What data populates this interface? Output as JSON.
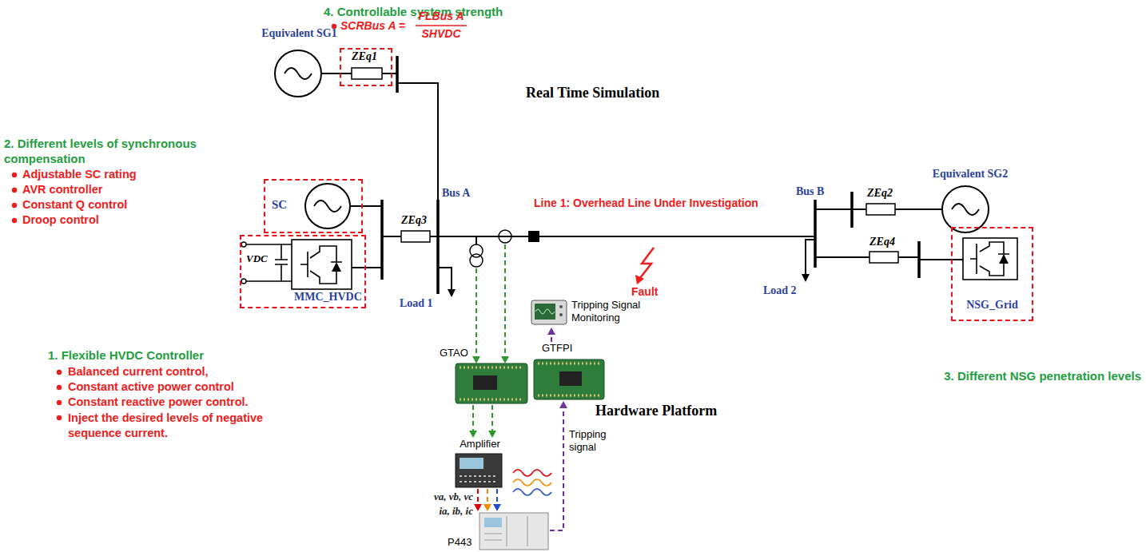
{
  "diagram": {
    "nodes": [
      {
        "text": [
          "Equivalent SG1"
        ]
      },
      {
        "text": [
          "ZEq1"
        ]
      },
      {
        "text": [
          "SC"
        ]
      },
      {
        "text": [
          "VDC",
          "MMC_HVDC"
        ]
      },
      {
        "text": [
          "Equivalent SG2"
        ]
      },
      {
        "text": [
          "NSG_Grid"
        ]
      },
      {
        "text": [
          "Tripping Signal Monitoring"
        ]
      },
      {
        "text": [
          "GTAO"
        ]
      },
      {
        "text": [
          "GTFPI"
        ]
      },
      {
        "text": [
          "Amplifier"
        ]
      },
      {
        "text": [
          "P443"
        ]
      }
    ],
    "edges": [
      {
        "from": 7,
        "to": 9,
        "arrow": "to"
      },
      {
        "from": 7,
        "to": 9,
        "arrow": "to"
      },
      {
        "from": 9,
        "to": 10,
        "arrow": "to"
      },
      {
        "from": 9,
        "to": 10,
        "arrow": "to"
      },
      {
        "from": 9,
        "to": 10,
        "arrow": "to"
      },
      {
        "from": 10,
        "to": 8,
        "arrow": "to",
        "label": "Tripping signal"
      },
      {
        "from": 8,
        "to": 6,
        "arrow": "to"
      }
    ],
    "labels": [
      "4. Controllable system strength",
      "SCRBus A =",
      "FLBus A",
      "SHVDC",
      "Real Time Simulation",
      "2. Different levels of synchronous compensation",
      "Adjustable SC rating",
      "AVR controller",
      "Constant Q control",
      "Droop control",
      "Bus A",
      "ZEq3",
      "Load 1",
      "Line 1: Overhead Line Under Investigation",
      "Fault",
      "Bus B",
      "ZEq2",
      "Load 2",
      "ZEq4",
      "3. Different NSG penetration levels",
      "Hardware Platform",
      "1. Flexible HVDC Controller",
      "Balanced current control,",
      "Constant active power control",
      "Constant reactive power control.",
      "Inject the desired levels of negative sequence current.",
      "va, vb, vc",
      "ia, ib, ic"
    ]
  }
}
